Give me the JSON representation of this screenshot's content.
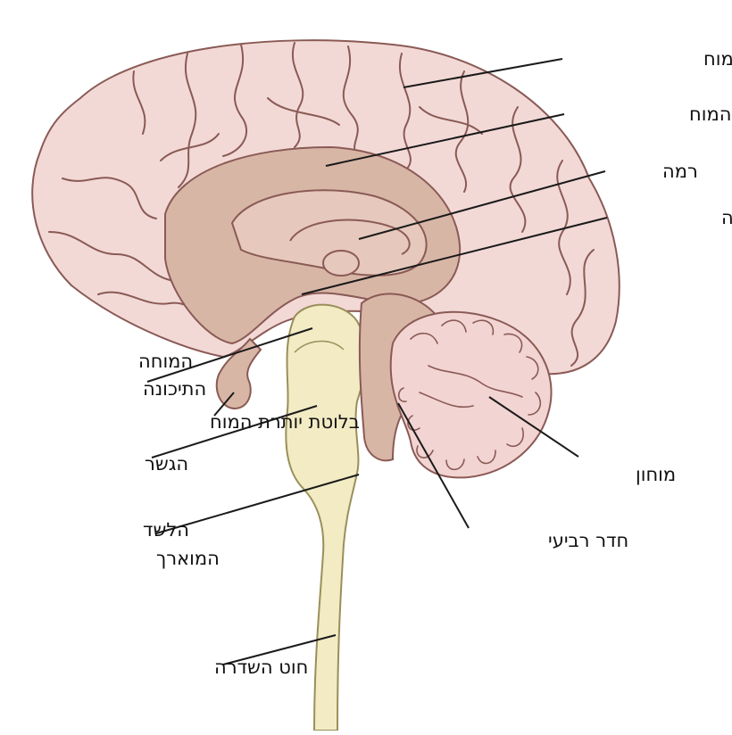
{
  "colors": {
    "cortex_fill": "#f2d9d6",
    "cortex_stroke": "#8a5a55",
    "inner_fill": "#d8b6a6",
    "deep_fill": "#e6c8bc",
    "stem_fill": "#f2ebc4",
    "stem_stroke": "#9a8f5a",
    "cerebellum_fill": "#f2d4d2",
    "label_text": "#111111"
  },
  "labels": {
    "cerebral_cortex": "קליפת המוח",
    "corpus_callosum": "כפיס המוח",
    "thalamus": "רמה",
    "hypothalamus": "תת הרמה",
    "midbrain_line1": "המוחה",
    "midbrain_line2": "התיכונה",
    "pituitary": "בלוטת יותרת המוח",
    "pons": "הגשר",
    "medulla_line1": "הלשד",
    "medulla_line2": "המוארך",
    "spinal_cord": "חוט השדרה",
    "cerebellum": "מוחון",
    "fourth_ventricle": "חדר רביעי"
  }
}
